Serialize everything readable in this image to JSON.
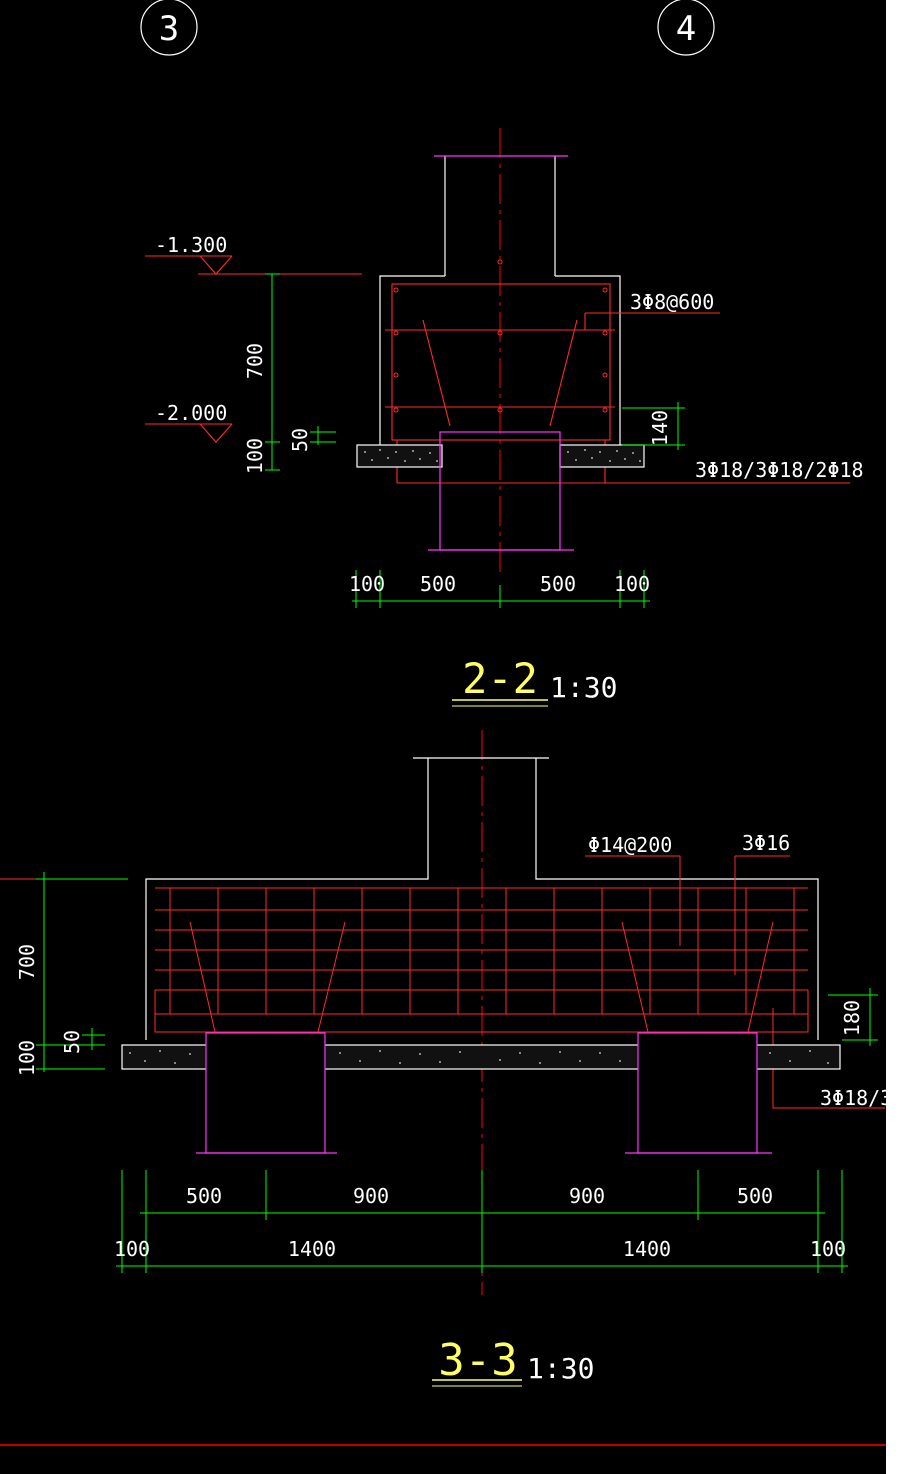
{
  "colors": {
    "background": "#000000",
    "concrete_outline": "#ffffff",
    "rebar": "#ff2a2a",
    "dimension": "#00ff00",
    "column": "#ff33ff",
    "title": "#ffff66",
    "axis": "#ff0000"
  },
  "grid_axes": [
    "3",
    "4"
  ],
  "section_2_2": {
    "title": "2-2",
    "scale": "1:30",
    "elevation_top": "-1.300",
    "elevation_bottom": "-2.000",
    "rebar_stirrup_label": "3Φ8@600",
    "rebar_main_label": "3Φ18/3Φ18/2Φ18",
    "dim_height": "700",
    "dim_pad": "100",
    "dim_cover": "50",
    "dim_side": "140",
    "dims_bottom": [
      "100",
      "500",
      "500",
      "100"
    ]
  },
  "section_3_3": {
    "title": "3-3",
    "scale": "1:30",
    "rebar_mesh_label": "Φ14@200",
    "rebar_top_label": "3Φ16",
    "rebar_bottom_label": "3Φ18/3",
    "dim_height": "700",
    "dim_cover": "50",
    "dim_pad": "100",
    "dim_side": "180",
    "dims_row1": [
      "500",
      "900",
      "900",
      "500"
    ],
    "dims_row2": [
      "100",
      "1400",
      "1400",
      "100"
    ]
  }
}
